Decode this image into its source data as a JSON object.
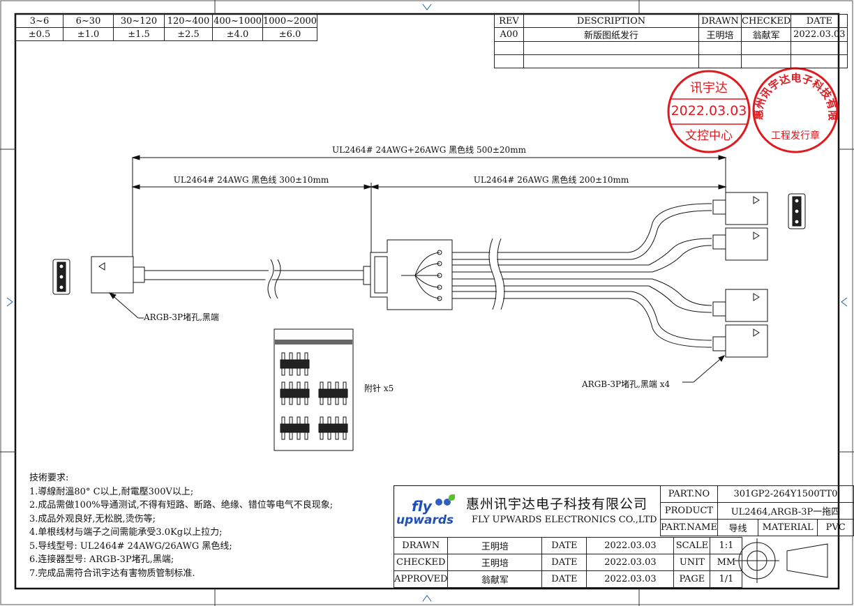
{
  "tolerance": {
    "ranges": [
      "3~6",
      "6~30",
      "30~120",
      "120~400",
      "400~1000",
      "1000~2000"
    ],
    "values": [
      "±0.5",
      "±1.0",
      "±1.5",
      "±2.5",
      "±4.0",
      "±6.0"
    ]
  },
  "revision": {
    "headers": [
      "REV",
      "DESCRIPTION",
      "DRAWN",
      "CHECKED",
      "DATE"
    ],
    "rows": [
      [
        "A00",
        "新版图纸发行",
        "王明培",
        "翁献军",
        "2022.03.03"
      ]
    ]
  },
  "stamps": {
    "left": {
      "company": "讯宇达",
      "date": "2022.03.03",
      "dept": "文控中心",
      "color": "#e0191f"
    },
    "right": {
      "ring_text": "惠州讯宇达电子科技有限公司",
      "center_text": "工程发行章",
      "color": "#e0191f"
    }
  },
  "dimensions": {
    "total": "UL2464# 24AWG+26AWG 黑色线 500±20mm",
    "left": "UL2464# 24AWG 黑色线 300±10mm",
    "right": "UL2464# 26AWG 黑色线 200±10mm"
  },
  "callouts": {
    "single": "ARGB-3P堵孔,黑端",
    "multi": "ARGB-3P堵孔,黑端 x4",
    "pins": "附针 x5"
  },
  "notes": {
    "title": "技術要求:",
    "items": [
      "1.導線耐溫80° C以上,耐電壓300V以上;",
      "2.成品需做100%导通测试,不得有短路、断路、绝缘、错位等电气不良现象;",
      "3.成品外观良好,无松脱,烫伤等;",
      "4.单根线材与端子之间需能承受3.0Kg以上拉力;",
      "5.导线型号: UL2464# 24AWG/26AWG 黑色线;",
      "6.连接器型号: ARGB-3P堵孔,黑端;",
      "7.完成品需符合讯宇达有害物质管制标准."
    ]
  },
  "title_block": {
    "logo_line1": "fly",
    "logo_line2": "upwards",
    "company_cn": "惠州讯宇达电子科技有限公司",
    "company_en": "FLY UPWARDS ELECTRONICS CO.,LTD",
    "part_no_label": "PART.NO",
    "part_no": "301GP2-264Y1500TT0",
    "product_label": "PRODUCT",
    "product": "UL2464,ARGB-3P一拖四",
    "part_name_label": "PART.NAME",
    "part_name": "导线",
    "material_label": "MATERIAL",
    "material": "PVC",
    "drawn_label": "DRAWN",
    "drawn": "王明培",
    "checked_label": "CHECKED",
    "checked": "王明培",
    "approved_label": "APPROVED",
    "approved": "翁献军",
    "date_label": "DATE",
    "date1": "2022.03.03",
    "date2": "2022.03.03",
    "date3": "2022.03.03",
    "scale_label": "SCALE",
    "scale": "1:1",
    "unit_label": "UNIT",
    "unit": "MM",
    "page_label": "PAGE",
    "page": "1/1"
  }
}
